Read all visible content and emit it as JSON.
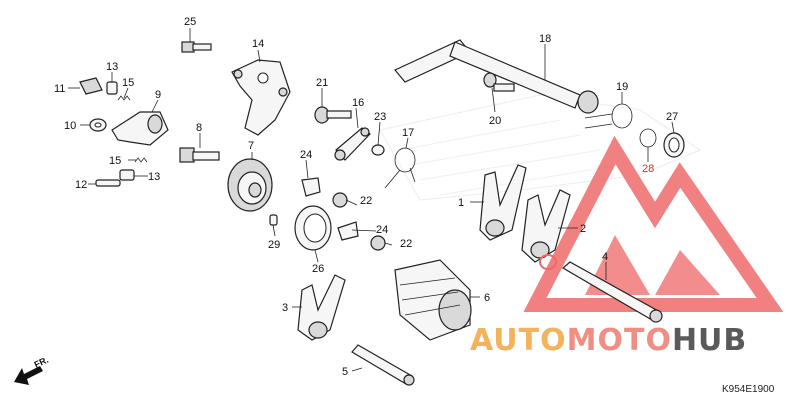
{
  "diagram": {
    "callouts": [
      "1",
      "2",
      "3",
      "4",
      "5",
      "6",
      "7",
      "8",
      "9",
      "10",
      "11",
      "12",
      "13",
      "13",
      "14",
      "15",
      "15",
      "16",
      "17",
      "18",
      "19",
      "20",
      "21",
      "22",
      "22",
      "23",
      "24",
      "24",
      "25",
      "26",
      "27",
      "28",
      "29"
    ],
    "diagram_code": "K954E1900",
    "front_marker": "FR."
  },
  "watermark": {
    "part1": "AUTO",
    "part2": "MOTO",
    "part3": "HUB",
    "colors": {
      "auto": "#f2b35c",
      "moto": "#ef8f84",
      "hub": "#5a5a5a",
      "triangle": "#ef6a6a"
    }
  }
}
